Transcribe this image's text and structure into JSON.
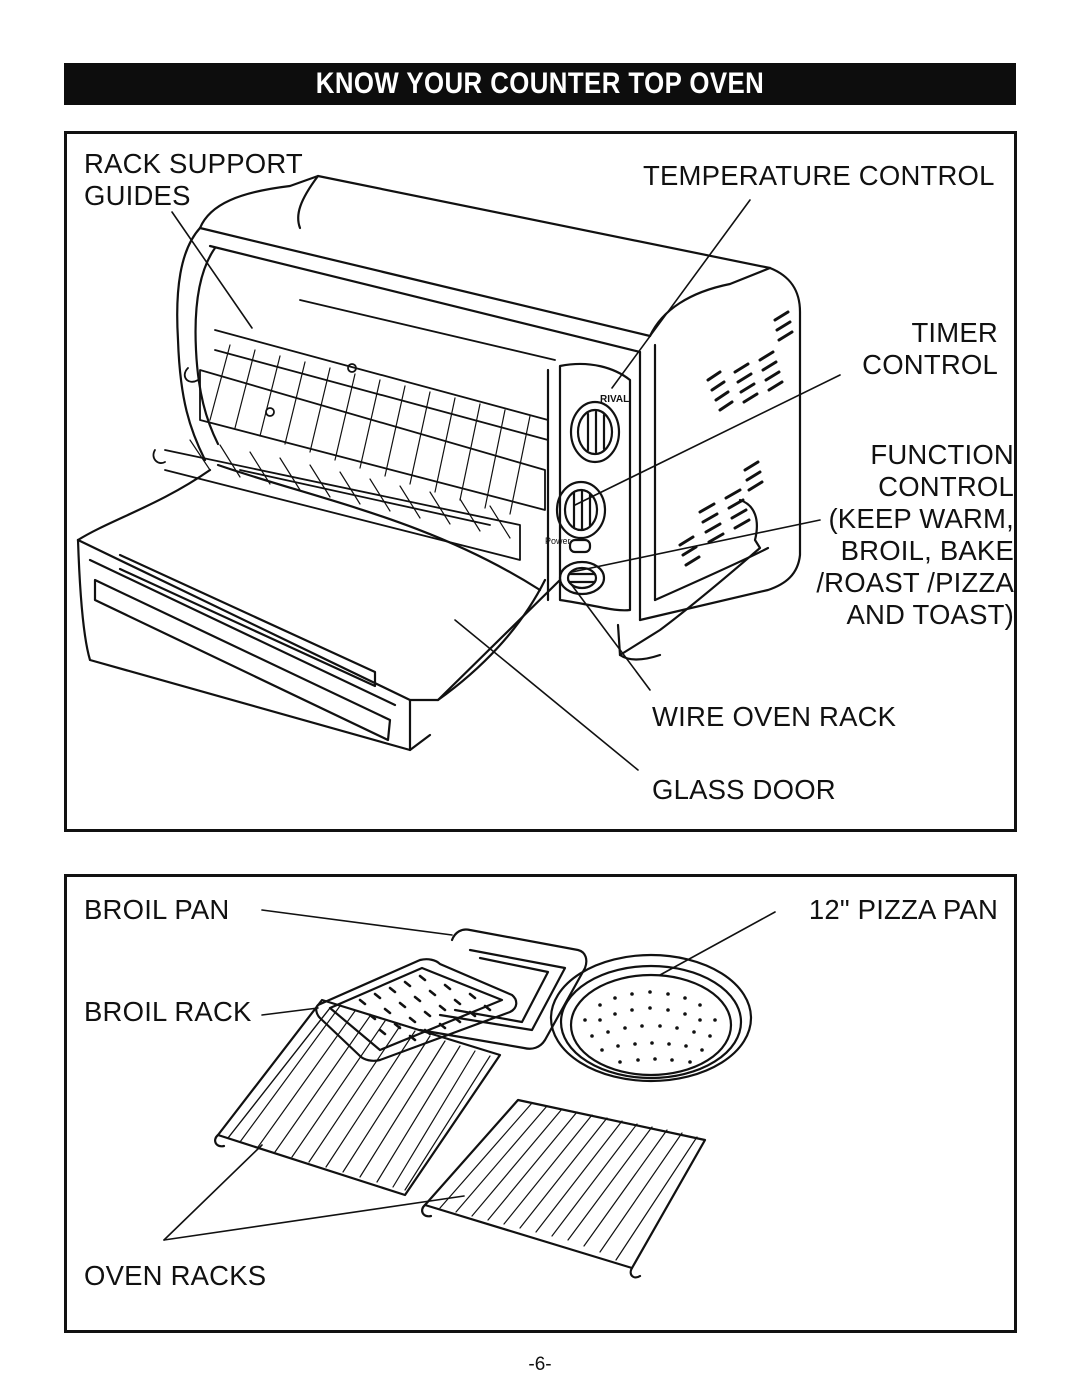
{
  "title": "KNOW YOUR COUNTER TOP OVEN",
  "oven_labels": {
    "rack_support_guides": [
      "RACK SUPPORT",
      "GUIDES"
    ],
    "temperature_control": "TEMPERATURE CONTROL",
    "timer_control": [
      "TIMER",
      "CONTROL"
    ],
    "function_control": [
      "FUNCTION",
      "CONTROL",
      "(KEEP WARM,",
      "BROIL, BAKE",
      "/ROAST /PIZZA",
      "AND TOAST)"
    ],
    "wire_oven_rack": "WIRE OVEN RACK",
    "glass_door": "GLASS DOOR",
    "brand_mark": "RIVAL",
    "power_light": "Power"
  },
  "accessory_labels": {
    "broil_pan": "BROIL PAN",
    "pizza_pan": "12\" PIZZA PAN",
    "broil_rack": "BROIL RACK",
    "oven_racks": "OVEN RACKS"
  },
  "page_number": "-6-"
}
